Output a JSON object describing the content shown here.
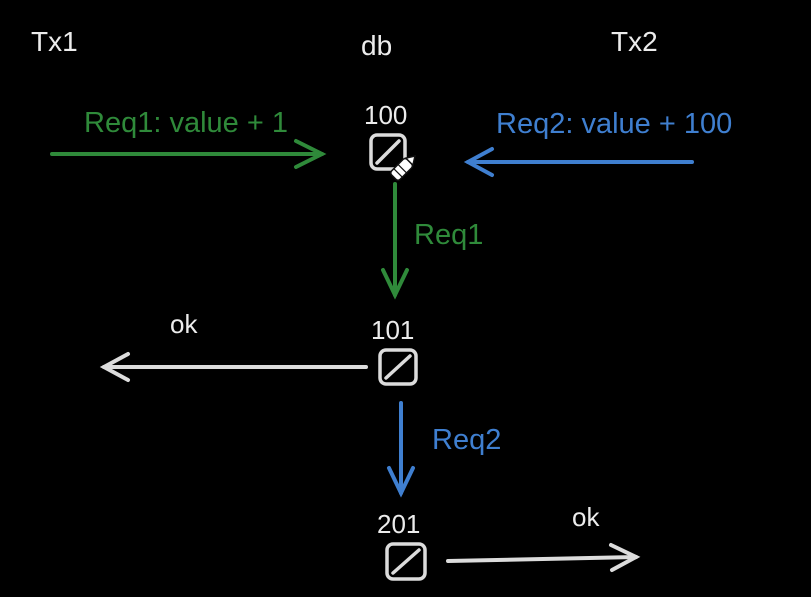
{
  "headers": {
    "tx1": "Tx1",
    "db": "db",
    "tx2": "Tx2"
  },
  "requests": {
    "req1_full": "Req1: value + 1",
    "req2_full": "Req2: value + 100",
    "req1_short": "Req1",
    "req2_short": "Req2"
  },
  "db_values": {
    "initial": "100",
    "after_req1": "101",
    "after_req2": "201"
  },
  "responses": {
    "tx1_ok": "ok",
    "tx2_ok": "ok"
  },
  "colors": {
    "background": "#000000",
    "tx1_green": "#2f8a3a",
    "tx2_blue": "#3f7fd0",
    "neutral": "#ececec"
  },
  "icons": {
    "db_record": "db-record-icon",
    "cursor": "pen-cursor-icon"
  }
}
